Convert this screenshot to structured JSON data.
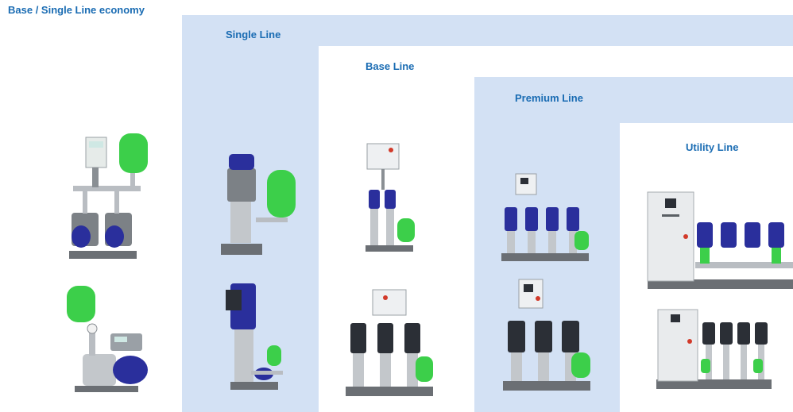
{
  "colors": {
    "panel_blue": "#d3e1f4",
    "heading_blue": "#1a6cb3",
    "tank_green": "#3ccf4a",
    "motor_blue": "#2a2f9c",
    "steel": "#b9bdc2",
    "cabinet": "#e9ebed"
  },
  "sections": [
    {
      "label": "Base / Single Line economy"
    },
    {
      "label": "Single Line"
    },
    {
      "label": "Base Line"
    },
    {
      "label": "Premium Line"
    },
    {
      "label": "Utility Line"
    }
  ],
  "products": [
    {
      "icon": "twin-pump-booster-with-tank-icon"
    },
    {
      "icon": "horizontal-pump-with-tank-icon"
    },
    {
      "icon": "vertical-pump-with-tank-icon"
    },
    {
      "icon": "vertical-pump-with-drive-icon"
    },
    {
      "icon": "twin-booster-with-control-box-icon"
    },
    {
      "icon": "triple-booster-with-control-box-icon"
    },
    {
      "icon": "quad-booster-with-control-panel-icon"
    },
    {
      "icon": "triple-booster-with-control-panel-icon"
    },
    {
      "icon": "quad-booster-with-cabinet-icon"
    },
    {
      "icon": "quad-booster-with-tall-cabinet-icon"
    }
  ]
}
